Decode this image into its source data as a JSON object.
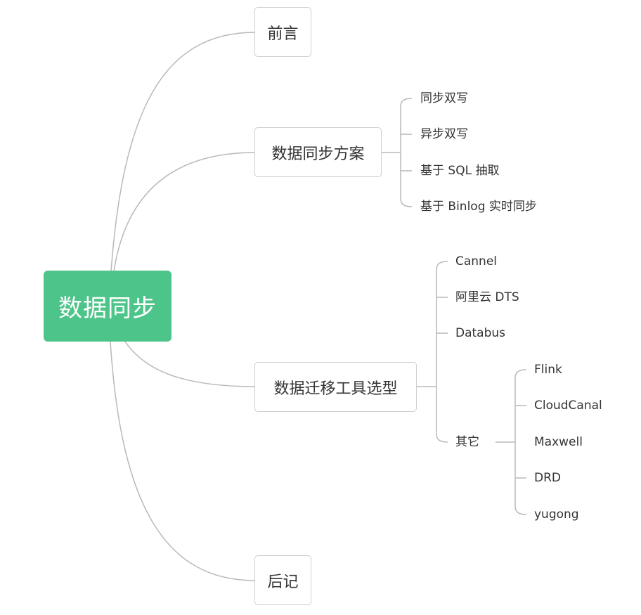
{
  "root": {
    "label": "数据同步"
  },
  "branches": {
    "preface": {
      "label": "前言"
    },
    "sync_plan": {
      "label": "数据同步方案",
      "children": [
        "同步双写",
        "异步双写",
        "基于 SQL 抽取",
        "基于 Binlog 实时同步"
      ]
    },
    "migration_tools": {
      "label": "数据迁移工具选型",
      "children": [
        "Cannel",
        "阿里云 DTS",
        "Databus"
      ],
      "other": {
        "label": "其它",
        "children": [
          "Flink",
          "CloudCanal",
          "Maxwell",
          "DRD",
          "yugong"
        ]
      }
    },
    "afterword": {
      "label": "后记"
    }
  },
  "colors": {
    "root_fill": "#4dc48a",
    "connector": "#b9b9b9",
    "node_border": "#cfcfcf"
  }
}
